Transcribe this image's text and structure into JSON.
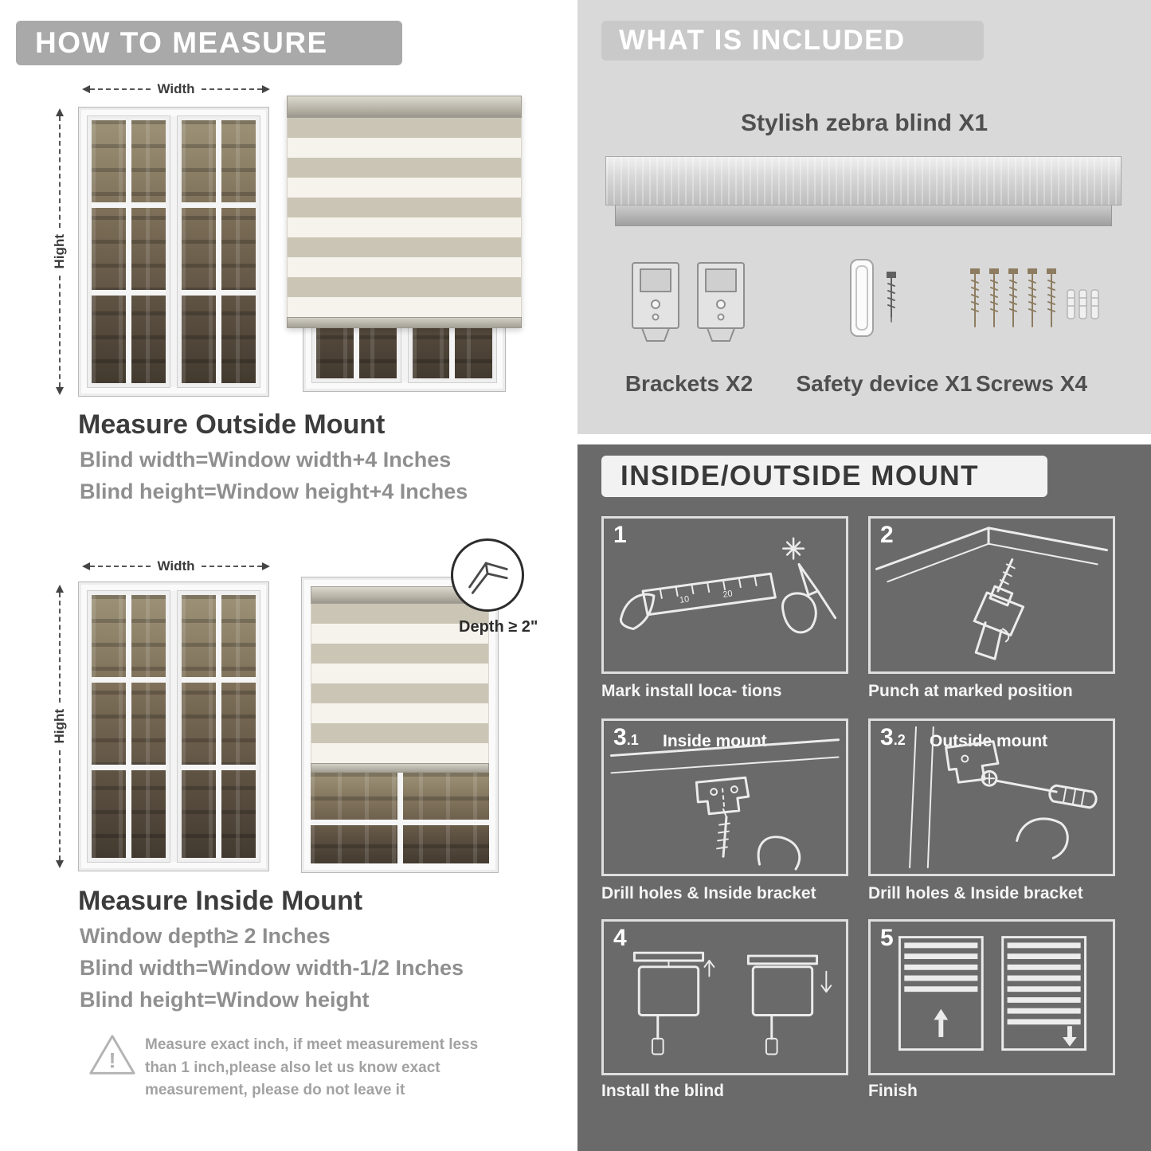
{
  "measure": {
    "header": "HOW TO MEASURE",
    "width_label": "Width",
    "height_label": "Hight",
    "outside": {
      "title": "Measure Outside Mount",
      "lines": [
        "Blind width=Window width+4 Inches",
        "Blind height=Window height+4 Inches"
      ]
    },
    "inside": {
      "title": "Measure Inside Mount",
      "depth_note": "Depth ≥ 2\"",
      "lines": [
        "Window depth≥ 2 Inches",
        "Blind width=Window width-1/2 Inches",
        "Blind height=Window height"
      ]
    },
    "warning_text": "Measure exact inch, if meet measurement less than 1 inch,please also let us know exact measurement, please do not leave it"
  },
  "included": {
    "header": "WHAT IS INCLUDED",
    "blind_label": "Stylish zebra blind X1",
    "items": [
      {
        "label": "Brackets X2"
      },
      {
        "label": "Safety device X1"
      },
      {
        "label": "Screws X4"
      }
    ]
  },
  "mount": {
    "header": "INSIDE/OUTSIDE MOUNT",
    "steps": [
      {
        "num": "1",
        "caption": "Mark install loca- tions"
      },
      {
        "num": "2",
        "caption": "Punch at  marked position"
      },
      {
        "num": "3",
        "sub": ".1",
        "label": "Inside mount",
        "caption": "Drill holes &  Inside bracket"
      },
      {
        "num": "3",
        "sub": ".2",
        "label": "Outside mount",
        "caption": "Drill holes &  Inside bracket"
      },
      {
        "num": "4",
        "caption": "Install the blind"
      },
      {
        "num": "5",
        "caption": "Finish"
      }
    ]
  },
  "colors": {
    "banner_gray": "#a9a9a9",
    "panel_light": "#d9d9d9",
    "panel_dark": "#6a6a6a",
    "heading_text": "#3c3c3c",
    "muted_text": "#8f8f8f",
    "line_art": "#ececec"
  }
}
